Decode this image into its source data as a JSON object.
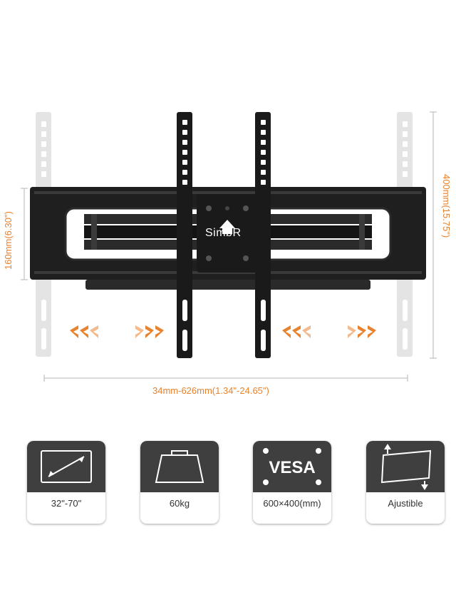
{
  "product": {
    "brand": "SimbR"
  },
  "dimensions": {
    "height_min": "160mm(6.30\")",
    "height_max": "400mm(15.75\")",
    "width_range": "34mm-626mm(1.34\"-24.65\")"
  },
  "colors": {
    "accent": "#e8822f",
    "mount": "#1c1c1c",
    "ghost": "#e6e6e6",
    "card_dark": "#3f3f3f"
  },
  "features": [
    {
      "icon": "screen-size-icon",
      "label": "32\"-70\""
    },
    {
      "icon": "weight-icon",
      "label": "60kg"
    },
    {
      "icon": "vesa-icon",
      "label": "600×400(mm)",
      "badge": "VESA"
    },
    {
      "icon": "adjustable-icon",
      "label": "Ajustible"
    }
  ]
}
